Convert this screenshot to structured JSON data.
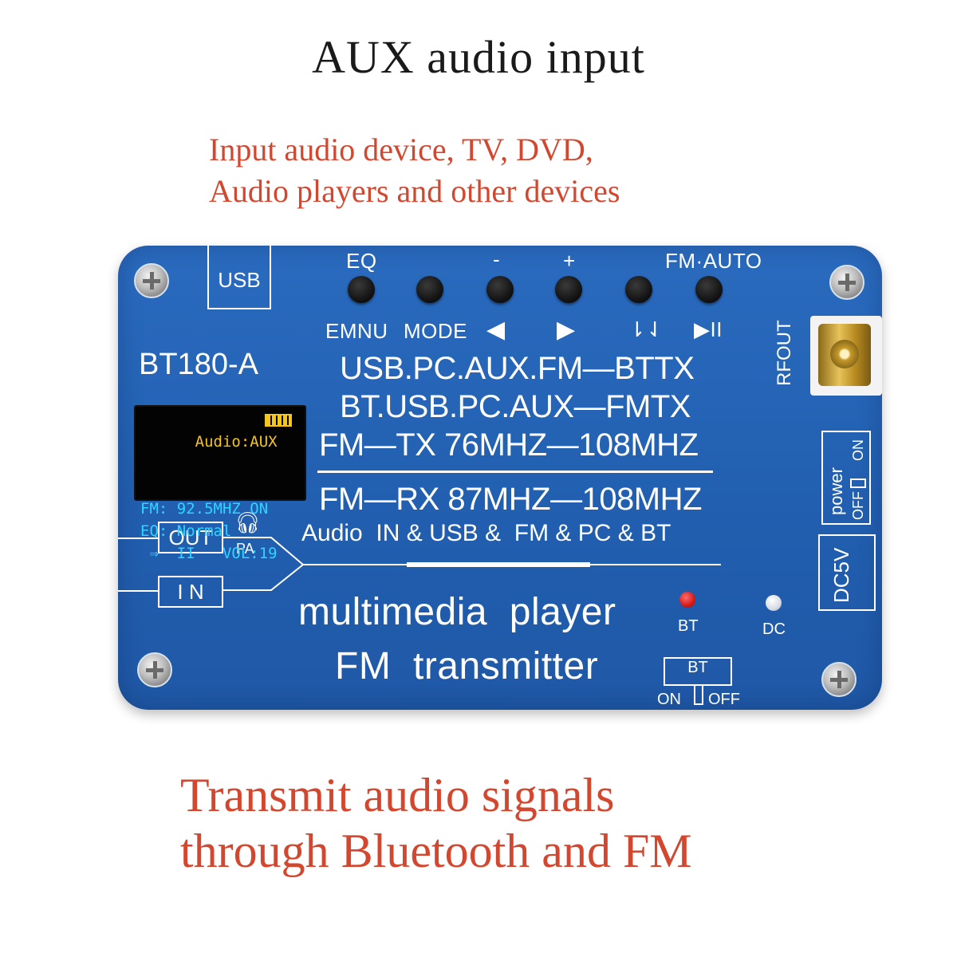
{
  "title": "AUX audio input",
  "subtitle": {
    "line1": "Input audio device, TV, DVD,",
    "line2": "Audio players and other devices"
  },
  "board": {
    "usb": "USB",
    "model": "BT180-A",
    "buttons_top": [
      "EQ",
      "-",
      "+",
      "FM·AUTO"
    ],
    "buttons_bottom": [
      "EMNU",
      "MODE",
      "◀",
      "▶",
      "⇂⇃",
      "▶II"
    ],
    "specs": [
      "USB.PC.AUX.FM—BTTX",
      "BT.USB.PC.AUX—FMTX",
      "FM—TX  76MHZ—108MHZ",
      "FM—RX  87MHZ—108MHZ"
    ],
    "inputs_line": "Audio  IN & USB &  FM & PC & BT",
    "screen": {
      "line1": "Audio:AUX",
      "line2": "FM: 92.5MHZ ON",
      "line3": "EQ: Normal",
      "line4": " ⇒  II   VOL:19"
    },
    "out_label": "OUT",
    "in_label": "I N",
    "pa_label": "PA",
    "product_line1": "multimedia  player",
    "product_line2": "FM  transmitter",
    "bt_led_label": "BT",
    "dc_led_label": "DC",
    "bt_switch": {
      "label": "BT",
      "on": "ON",
      "off": "OFF"
    },
    "rfout": "RFOUT",
    "power_switch": {
      "label": "power",
      "on": "ON",
      "off": "OFF"
    },
    "dc5v": "DC5V",
    "colors": {
      "board": "#2a6bbf",
      "screen_yellow": "#f5c518",
      "screen_cyan": "#2fd4ff",
      "led_red": "#d41a1a"
    }
  },
  "bottom_caption": {
    "line1": "Transmit audio signals",
    "line2": "through Bluetooth and FM"
  }
}
